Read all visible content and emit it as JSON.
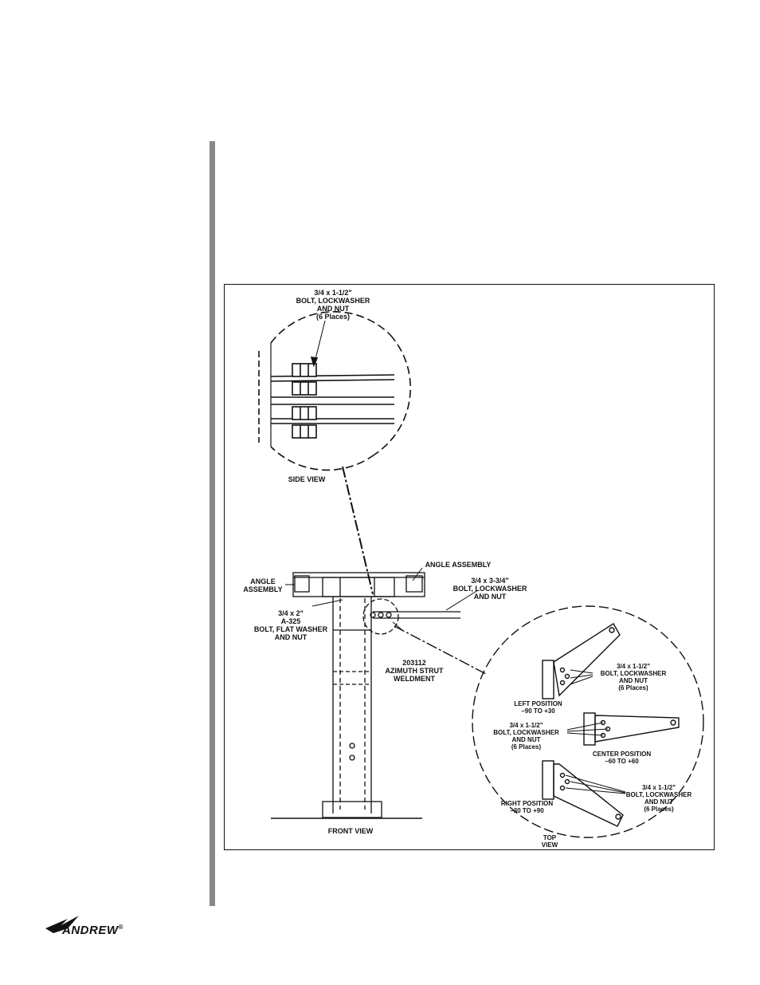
{
  "figure": {
    "side_view": {
      "bolt_label": "3/4 x 1-1/2\"\nBOLT, LOCKWASHER\nAND NUT\n(6 Places)",
      "title": "SIDE VIEW"
    },
    "front_view": {
      "title": "FRONT VIEW",
      "angle_assembly_left": "ANGLE\nASSEMBLY",
      "angle_assembly_right": "ANGLE ASSEMBLY",
      "bolt_334": "3/4 x 3-3/4\"\nBOLT, LOCKWASHER\nAND NUT",
      "bolt_a325": "3/4 x 2\"\nA-325\nBOLT, FLAT WASHER\nAND NUT",
      "strut": "203112\nAZIMUTH STRUT\nWELDMENT"
    },
    "top_view": {
      "title": "TOP\nVIEW",
      "bolt_left": "3/4 x 1-1/2\"\nBOLT, LOCKWASHER\nAND NUT\n(6 Places)",
      "left_position": "LEFT POSITION\n–90  TO +30",
      "bolt_center": "3/4 x 1-1/2\"\nBOLT, LOCKWASHER\nAND NUT\n(6 Places)",
      "center_position": "CENTER POSITION\n–60  TO +60",
      "bolt_right": "3/4 x 1-1/2\"\nBOLT, LOCKWASHER\nAND NUT\n(6 Places)",
      "right_position": "RIGHT POSITION\n–30  TO +90"
    }
  },
  "logo": {
    "text": "ANDREW",
    "mark": "®"
  }
}
